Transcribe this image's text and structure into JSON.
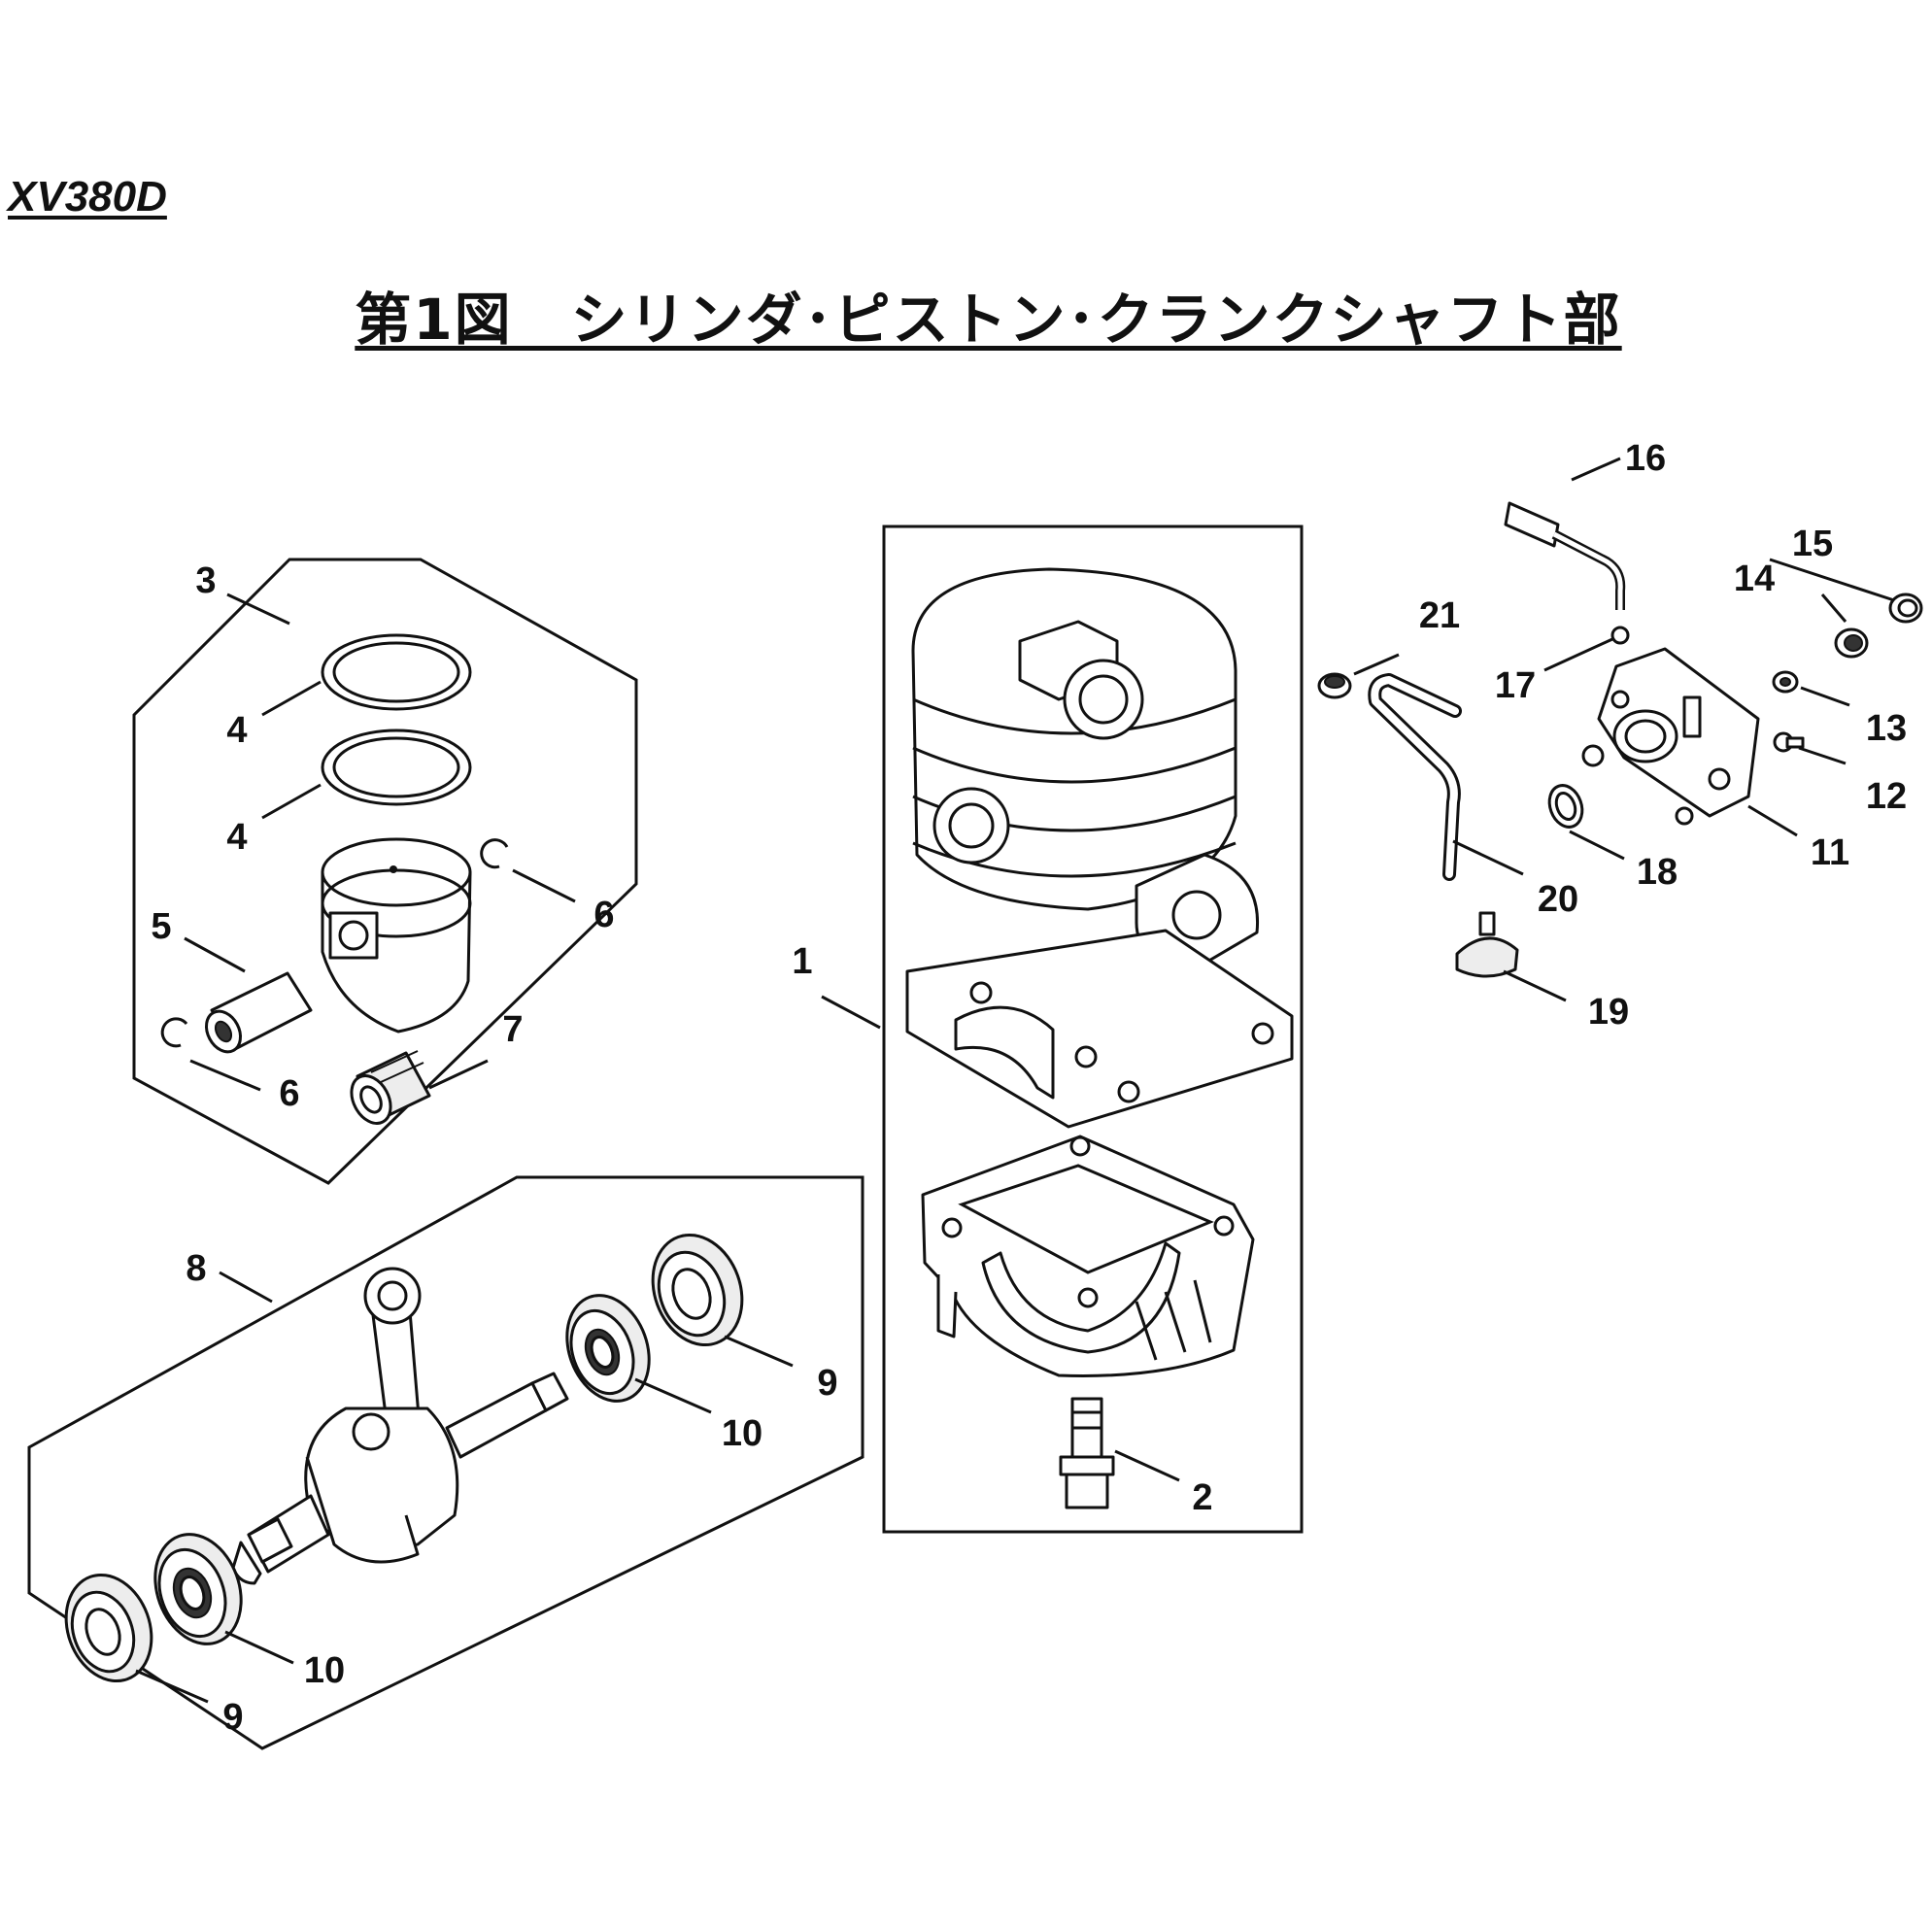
{
  "header": {
    "model": "XV380D",
    "title": "第1図　シリンダ･ピストン･クランクシャフト部"
  },
  "callouts": {
    "c1": "1",
    "c2": "2",
    "c3": "3",
    "c4a": "4",
    "c4b": "4",
    "c5": "5",
    "c6a": "6",
    "c6b": "6",
    "c7": "7",
    "c8": "8",
    "c9a": "9",
    "c9b": "9",
    "c10a": "10",
    "c10b": "10",
    "c11": "11",
    "c12": "12",
    "c13": "13",
    "c14": "14",
    "c15": "15",
    "c16": "16",
    "c17": "17",
    "c18": "18",
    "c19": "19",
    "c20": "20",
    "c21": "21"
  }
}
